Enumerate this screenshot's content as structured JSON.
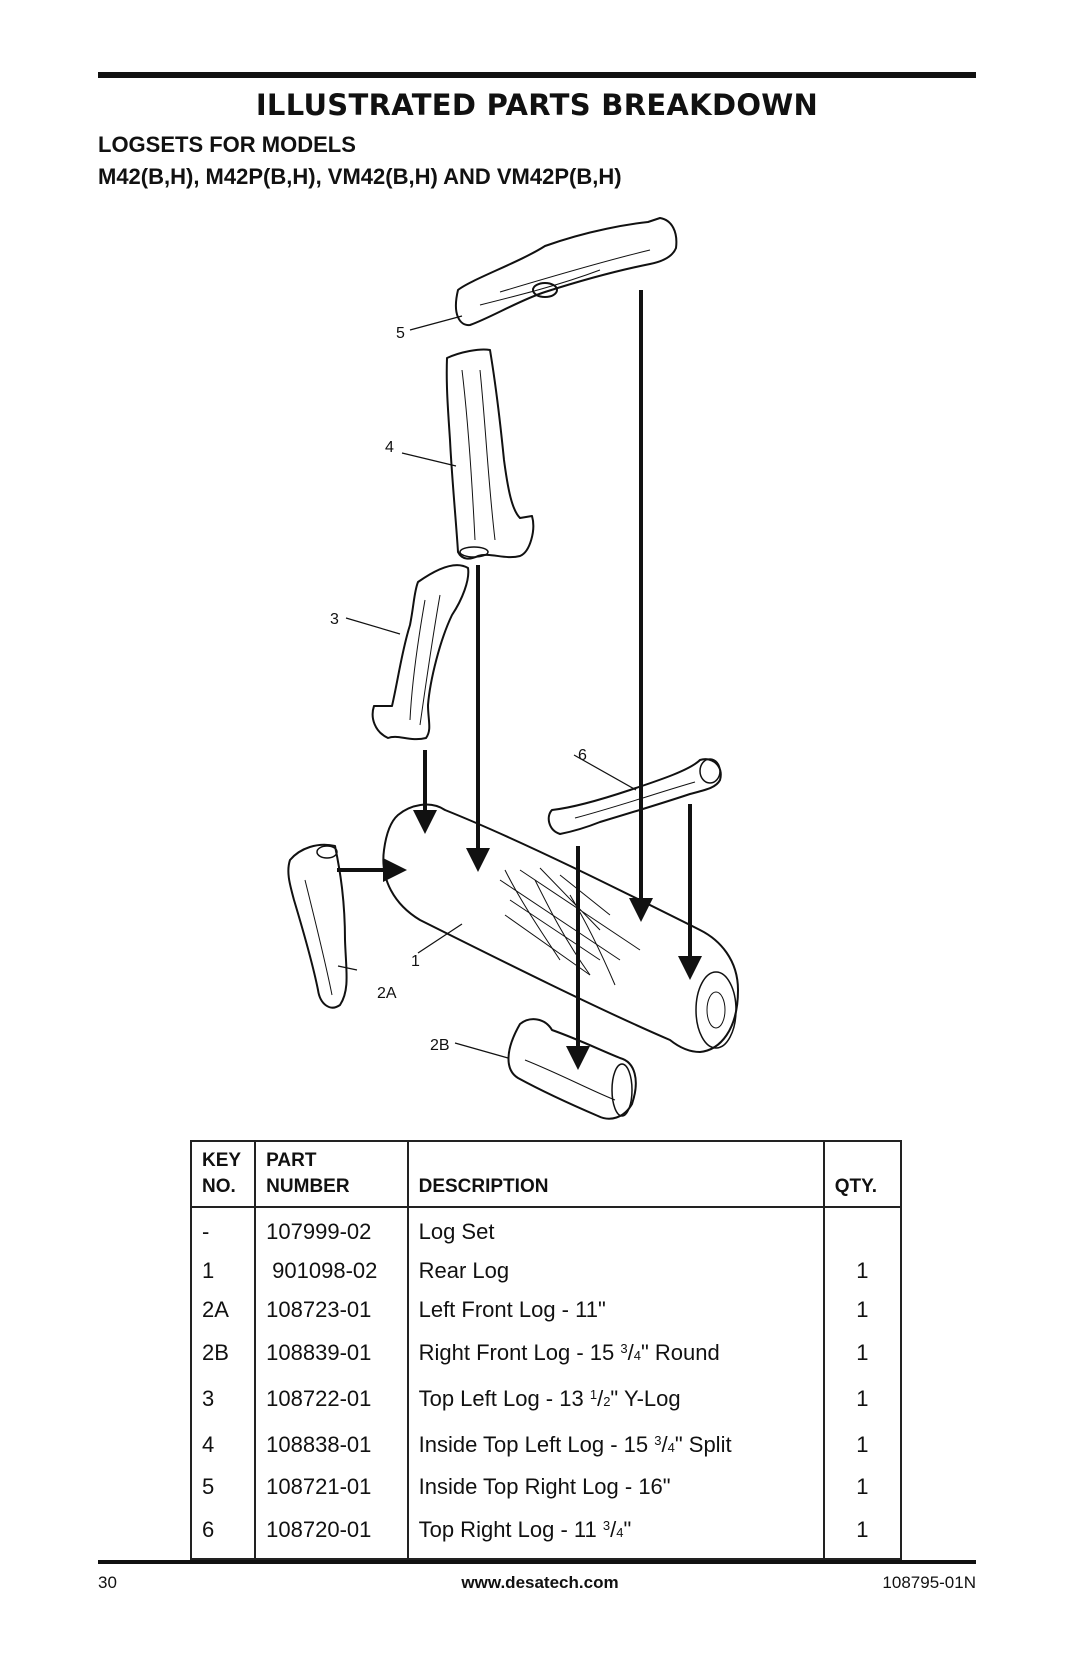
{
  "header": {
    "title": "ILLUSTRATED PARTS BREAKDOWN",
    "subtitle_line1": "LOGSETS FOR MODELS",
    "subtitle_line2": "M42(B,H), M42P(B,H), VM42(B,H) AND VM42P(B,H)"
  },
  "diagram": {
    "callouts": [
      "5",
      "4",
      "3",
      "6",
      "1",
      "2A",
      "2B"
    ]
  },
  "table": {
    "headers": {
      "key_line1": "KEY",
      "key_line2": "NO.",
      "part_line1": "PART",
      "part_line2": "NUMBER",
      "description": "DESCRIPTION",
      "qty": "QTY."
    },
    "rows": [
      {
        "key": "-",
        "part": "107999-02",
        "desc": "Log Set",
        "qty": ""
      },
      {
        "key": "1",
        "part": "901098-02",
        "desc": "Rear Log",
        "qty": "1"
      },
      {
        "key": "2A",
        "part": "108723-01",
        "desc": "Left Front Log - 11\"",
        "qty": "1"
      },
      {
        "key": "2B",
        "part": "108839-01",
        "desc_pre": "Right Front Log - 15 ",
        "frac_num": "3",
        "frac_den": "4",
        "desc_post": "\" Round",
        "qty": "1"
      },
      {
        "key": "3",
        "part": "108722-01",
        "desc_pre": "Top Left Log - 13 ",
        "frac_num": "1",
        "frac_den": "2",
        "desc_post": "\" Y-Log",
        "qty": "1"
      },
      {
        "key": "4",
        "part": "108838-01",
        "desc_pre": "Inside Top Left Log - 15 ",
        "frac_num": "3",
        "frac_den": "4",
        "desc_post": "\" Split",
        "qty": "1"
      },
      {
        "key": "5",
        "part": "108721-01",
        "desc": "Inside Top Right Log - 16\"",
        "qty": "1"
      },
      {
        "key": "6",
        "part": "108720-01",
        "desc_pre": "Top Right Log - 11 ",
        "frac_num": "3",
        "frac_den": "4",
        "desc_post": "\"",
        "qty": "1"
      }
    ]
  },
  "footer": {
    "page_number": "30",
    "website": "www.desatech.com",
    "doc_number": "108795-01N"
  }
}
